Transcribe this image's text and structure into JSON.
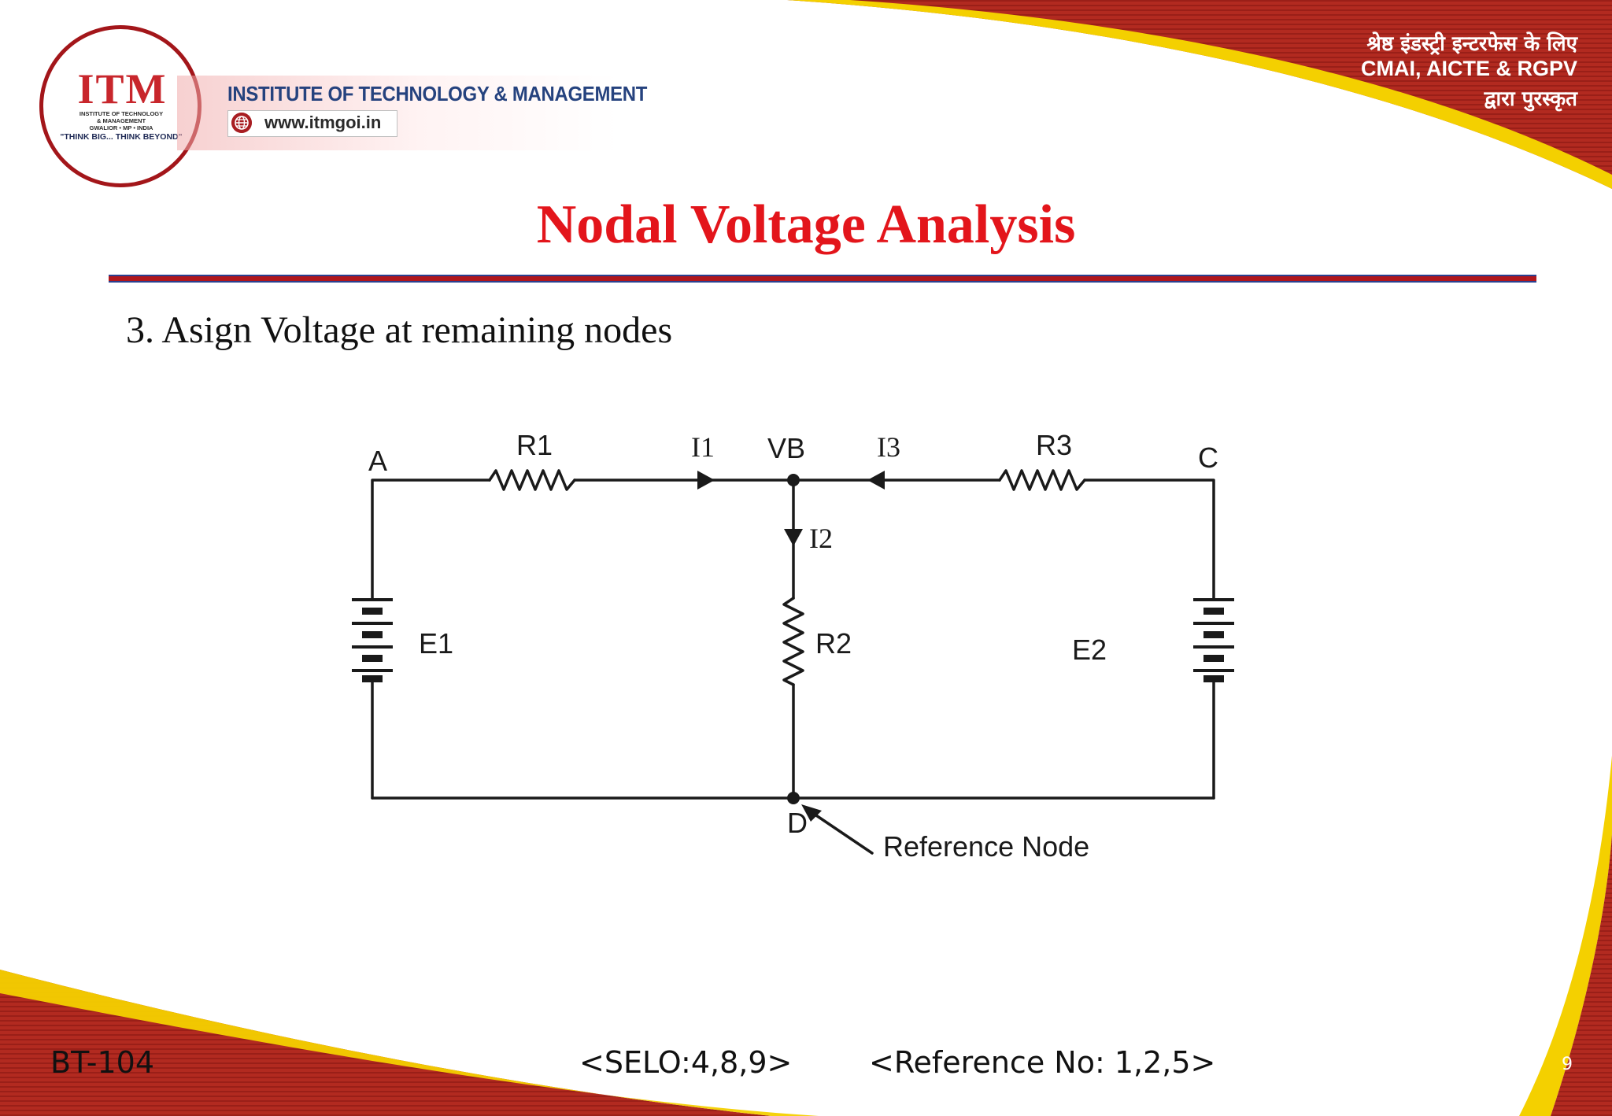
{
  "header": {
    "logo_mark": "ITM",
    "logo_sub_1": "INSTITUTE OF TECHNOLOGY",
    "logo_sub_2": "& MANAGEMENT",
    "logo_sub_3": "GWALIOR • MP • INDIA",
    "logo_tagline": "\"THINK BIG... THINK BEYOND\"",
    "institute_name": "INSTITUTE OF TECHNOLOGY & MANAGEMENT",
    "website": "www.itmgoi.in",
    "award_line_1": "श्रेष्ठ इंडस्ट्री इन्टरफेस के लिए",
    "award_line_2": "CMAI, AICTE & RGPV",
    "award_line_3": "द्वारा पुरस्कृत"
  },
  "slide": {
    "title": "Nodal Voltage Analysis",
    "step": "3. Asign Voltage at remaining nodes"
  },
  "circuit": {
    "node_a": "A",
    "node_b": "VB",
    "node_c": "C",
    "node_d": "D",
    "r1": "R1",
    "r2": "R2",
    "r3": "R3",
    "i1": "I1",
    "i2": "I2",
    "i3": "I3",
    "e1": "E1",
    "e2": "E2",
    "reference_label": "Reference Node"
  },
  "footer": {
    "course_code": "BT-104",
    "selo": "<SELO:4,8,9>",
    "reference_no": "<Reference No: 1,2,5>",
    "page_number": "9"
  },
  "colors": {
    "title_red": "#e3151b",
    "brand_red": "#b0161c",
    "brand_yellow": "#f4d000",
    "brand_blue": "#25427e"
  }
}
